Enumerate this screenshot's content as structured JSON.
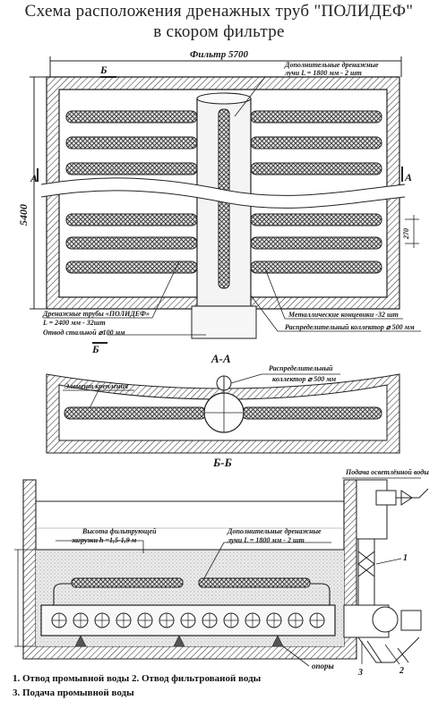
{
  "title": {
    "line1": "Схема расположения дренажных труб \"ПОЛИДЕФ\"",
    "line2": "в скором фильтре"
  },
  "plan": {
    "filter_width": "Фильтр 5700",
    "filter_length": "5400",
    "section_mark_b": "Б",
    "section_mark_a": "А",
    "pipe_spacing": "270",
    "extra_drains": {
      "line1": "Дополнительные дренажные",
      "line2": "лучи L = 1800 мм - 2 шт"
    },
    "polidef_pipes": {
      "line1": "Дренажные трубы «ПОЛИДЕФ»",
      "line2": "L = 2400 мм - 32шт"
    },
    "steel_outlet": "Отвод стальной ⌀100 мм",
    "metal_tips": "Металлические концевики -32 шт",
    "distribution_collector": "Распределительный коллектор ⌀ 500 мм"
  },
  "section_aa": {
    "title": "А-А",
    "fixing_element": "Элемент крепления",
    "collector": {
      "line1": "Распределительный",
      "line2": "коллектор ⌀ 500 мм"
    }
  },
  "section_bb": {
    "title": "Б-Б",
    "clarified_water_supply": "Подача осветлённой воды",
    "load_height": {
      "line1": "Высота фильтрующей",
      "line2": "загрузки h =1,5-1,9 м"
    },
    "extra_drains": {
      "line1": "Дополнительные дренажные",
      "line2": "лучи L = 1800 мм - 2 шт"
    },
    "supports": "опоры",
    "callouts": [
      "1",
      "2",
      "3"
    ]
  },
  "legend": {
    "line1": "1. Отвод промывной воды   2. Отвод фильтрованой воды",
    "line2": "3. Подача промывной воды"
  }
}
